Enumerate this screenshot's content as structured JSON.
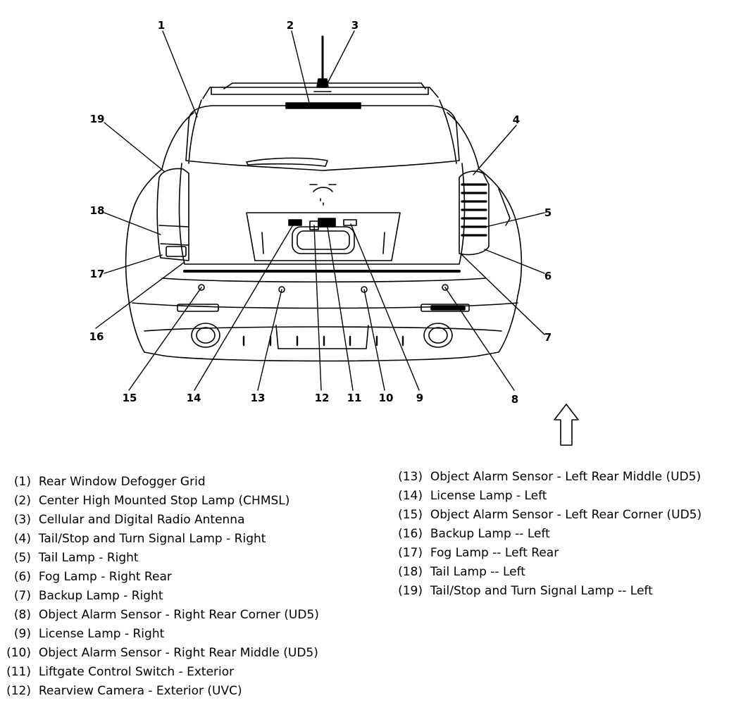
{
  "diagram": {
    "callouts": [
      "1",
      "2",
      "3",
      "4",
      "5",
      "6",
      "7",
      "8",
      "9",
      "10",
      "11",
      "12",
      "13",
      "14",
      "15",
      "16",
      "17",
      "18",
      "19"
    ],
    "orientation_icon": "up-arrow-icon"
  },
  "legend": {
    "left": [
      {
        "num": "(1)",
        "text": "Rear Window Defogger Grid"
      },
      {
        "num": "(2)",
        "text": "Center High Mounted Stop Lamp (CHMSL)"
      },
      {
        "num": "(3)",
        "text": "Cellular and Digital Radio Antenna"
      },
      {
        "num": "(4)",
        "text": "Tail/Stop and Turn Signal Lamp - Right"
      },
      {
        "num": "(5)",
        "text": "Tail Lamp - Right"
      },
      {
        "num": "(6)",
        "text": "Fog Lamp - Right Rear"
      },
      {
        "num": "(7)",
        "text": "Backup Lamp - Right"
      },
      {
        "num": "(8)",
        "text": "Object Alarm Sensor - Right Rear Corner (UD5)"
      },
      {
        "num": "(9)",
        "text": "License Lamp - Right"
      },
      {
        "num": "(10)",
        "text": "Object Alarm Sensor - Right Rear Middle (UD5)"
      },
      {
        "num": "(11)",
        "text": "Liftgate Control Switch - Exterior"
      },
      {
        "num": "(12)",
        "text": "Rearview Camera - Exterior (UVC)"
      }
    ],
    "right": [
      {
        "num": "(13)",
        "text": "Object Alarm Sensor - Left Rear Middle (UD5)"
      },
      {
        "num": "(14)",
        "text": "License Lamp - Left"
      },
      {
        "num": "(15)",
        "text": "Object Alarm Sensor - Left Rear Corner (UD5)"
      },
      {
        "num": "(16)",
        "text": "Backup Lamp -- Left"
      },
      {
        "num": "(17)",
        "text": "Fog Lamp -- Left Rear"
      },
      {
        "num": "(18)",
        "text": "Tail Lamp -- Left"
      },
      {
        "num": "(19)",
        "text": "Tail/Stop and Turn Signal Lamp -- Left"
      }
    ]
  }
}
